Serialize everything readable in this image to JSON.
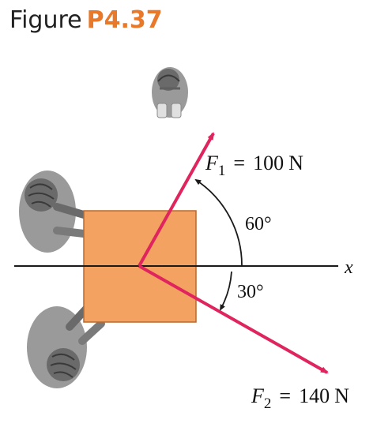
{
  "figure": {
    "word": "Figure",
    "number": "P4.37"
  },
  "colors": {
    "title_accent": "#e8782a",
    "box_fill": "#f4a261",
    "box_stroke": "#b8692e",
    "force_arrow": "#e0245e",
    "axis": "#1a1a1a",
    "person_body": "#9a9a9a",
    "person_shade": "#5f5f5f"
  },
  "axis": {
    "x_label": "x"
  },
  "forces": [
    {
      "symbol": "F",
      "subscript": "1",
      "equals": "=",
      "magnitude": "100",
      "unit": "N",
      "angle_label": "60°",
      "angle_deg": 60,
      "direction": "above x-axis"
    },
    {
      "symbol": "F",
      "subscript": "2",
      "equals": "=",
      "magnitude": "140",
      "unit": "N",
      "angle_label": "30°",
      "angle_deg": 30,
      "direction": "below x-axis"
    }
  ]
}
